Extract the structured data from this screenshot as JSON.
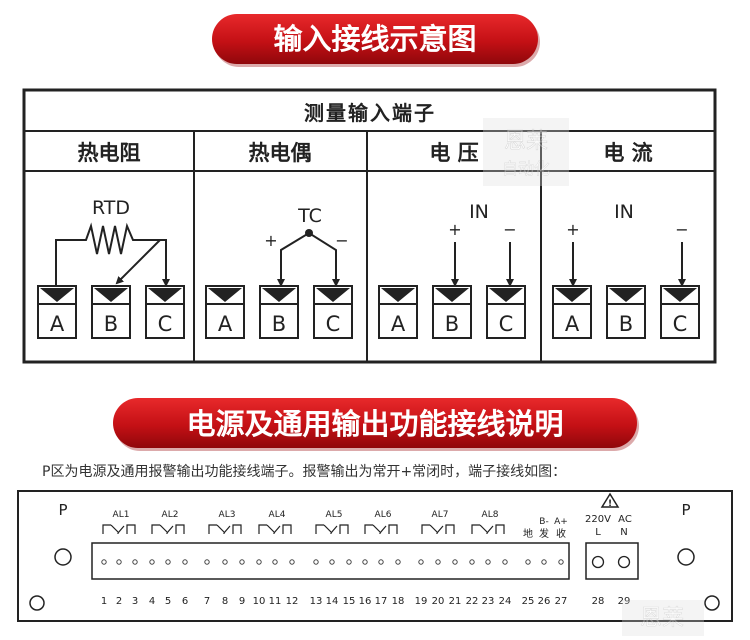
{
  "banner1": {
    "title": "输入接线示意图"
  },
  "banner2": {
    "title": "电源及通用输出功能接线说明"
  },
  "input_table": {
    "header": "测量输入端子",
    "columns": [
      {
        "title": "热电阻",
        "sensor": "RTD",
        "terminals": [
          "A",
          "B",
          "C"
        ]
      },
      {
        "title": "热电偶",
        "sensor": "TC",
        "plus": "+",
        "minus": "−",
        "terminals": [
          "A",
          "B",
          "C"
        ]
      },
      {
        "title": "电 压",
        "sensor": "IN",
        "plus": "+",
        "minus": "−",
        "terminals": [
          "A",
          "B",
          "C"
        ]
      },
      {
        "title": "电 流",
        "sensor": "IN",
        "plus": "+",
        "minus": "−",
        "terminals": [
          "A",
          "B",
          "C"
        ]
      }
    ]
  },
  "watermark": {
    "text_top": "恩莱",
    "text_bottom": "自动化"
  },
  "description": "P区为电源及通用报警输出功能接线端子。报警输出为常开+常闭时，端子接线如图：",
  "panel": {
    "p_left": "P",
    "p_right": "P",
    "alarms": [
      "AL1",
      "AL2",
      "AL3",
      "AL4",
      "AL5",
      "AL6",
      "AL7",
      "AL8"
    ],
    "comm_labels": [
      {
        "top": "",
        "bottom": "地"
      },
      {
        "top": "B-",
        "bottom": "发"
      },
      {
        "top": "A+",
        "bottom": "收"
      }
    ],
    "terminal_numbers": [
      "1",
      "2",
      "3",
      "4",
      "5",
      "6",
      "7",
      "8",
      "9",
      "10",
      "11",
      "12",
      "13",
      "14",
      "15",
      "16",
      "17",
      "18",
      "19",
      "20",
      "21",
      "22",
      "23",
      "24",
      "25",
      "26",
      "27"
    ],
    "power": {
      "voltage": "220V",
      "ac": "AC",
      "l": "L",
      "n": "N",
      "warning": "!"
    },
    "power_numbers": [
      "28",
      "29"
    ]
  }
}
